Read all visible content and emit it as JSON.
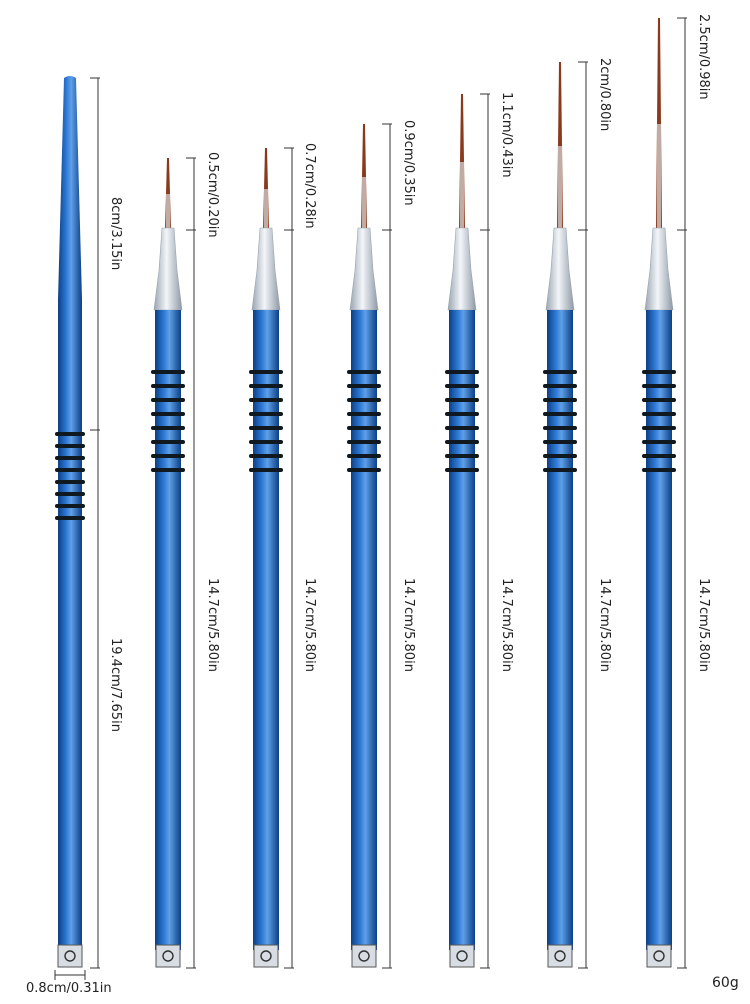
{
  "product": {
    "weight_label": "60g",
    "colors": {
      "handle": "#1f5fb0",
      "handle_dark": "#0b3f86",
      "handle_light": "#5fa0e8",
      "grip_ring": "#101820",
      "bristle": "#8a3a1c",
      "ferrule": "#c9d3dc"
    }
  },
  "dotting_tool": {
    "upper_length": "8cm/3.15in",
    "total_length": "19.4cm/7.65in",
    "end_diameter": "0.8cm/0.31in"
  },
  "brushes": [
    {
      "bristle_length": "0.5cm/0.20in",
      "handle_length": "14.7cm/5.80in"
    },
    {
      "bristle_length": "0.7cm/0.28in",
      "handle_length": "14.7cm/5.80in"
    },
    {
      "bristle_length": "0.9cm/0.35in",
      "handle_length": "14.7cm/5.80in"
    },
    {
      "bristle_length": "1.1cm/0.43in",
      "handle_length": "14.7cm/5.80in"
    },
    {
      "bristle_length": "2cm/0.80in",
      "handle_length": "14.7cm/5.80in"
    },
    {
      "bristle_length": "2.5cm/0.98in",
      "handle_length": "14.7cm/5.80in"
    }
  ]
}
